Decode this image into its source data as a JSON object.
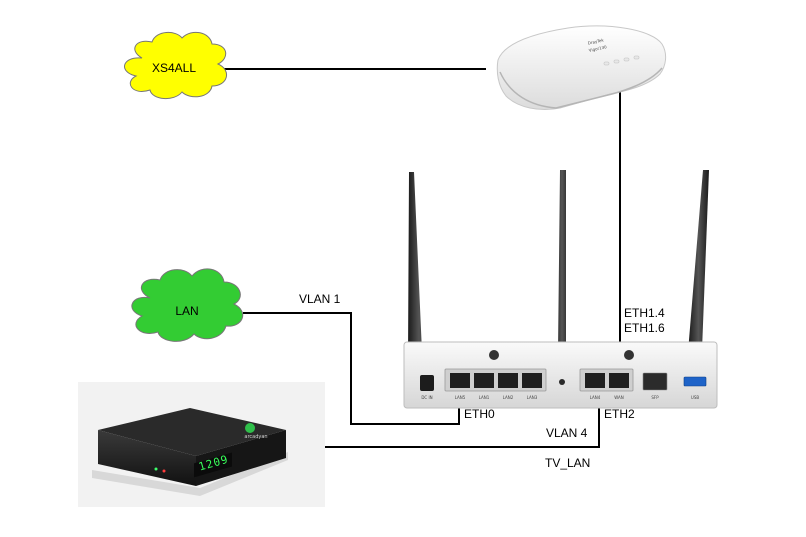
{
  "clouds": {
    "xs4all": {
      "label": "XS4ALL",
      "color": "#ffff00"
    },
    "lan": {
      "label": "LAN",
      "color": "#33cc33"
    }
  },
  "links": {
    "vlan1": "VLAN 1",
    "eth0": "ETH0",
    "eth14": "ETH1.4",
    "eth16": "ETH1.6",
    "eth2": "ETH2",
    "vlan4": "VLAN 4",
    "tv_lan": "TV_LAN"
  },
  "devices": {
    "modem": {
      "brand": "DrayTek",
      "model": "Vigor130"
    },
    "router": {
      "ports": [
        "DC IN",
        "LAN5",
        "LAN1",
        "LAN2",
        "LAN3",
        "LAN4",
        "WAN",
        "SFP",
        "USB"
      ]
    },
    "settop_box": {
      "brand": "arcadyan",
      "display": "1209"
    }
  }
}
